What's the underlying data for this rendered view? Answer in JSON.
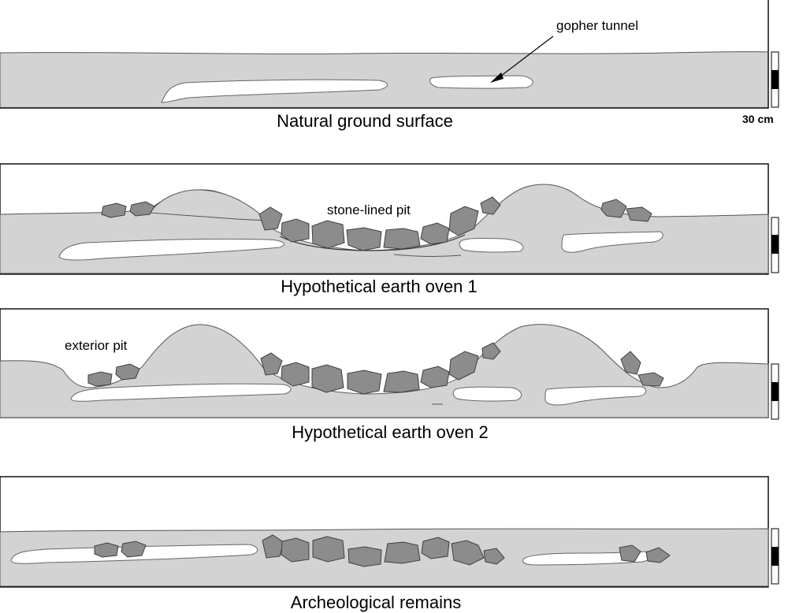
{
  "panels": [
    {
      "caption": "Natural ground surface",
      "annotation": "gopher tunnel"
    },
    {
      "caption": "Hypothetical earth oven 1",
      "annotation": "stone-lined pit"
    },
    {
      "caption": "Hypothetical earth oven 2",
      "annotation": "exterior pit"
    },
    {
      "caption": "Archeological remains"
    }
  ],
  "scale_bar": {
    "label": "30 cm"
  },
  "colors": {
    "soil": "#d3d3d3",
    "tunnel": "#ffffff",
    "stone": "#8c8c8c",
    "line": "#000000"
  }
}
